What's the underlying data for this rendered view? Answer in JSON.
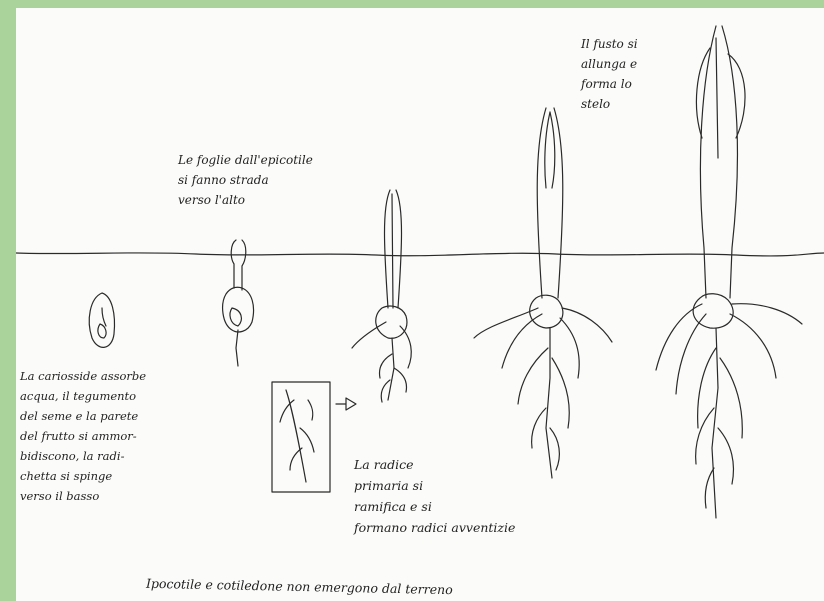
{
  "notes": {
    "stem": [
      "Il fusto si",
      "allunga e",
      "forma lo",
      "stelo"
    ],
    "leaves": [
      "Le foglie dall'epicotile",
      "si fanno strada",
      "verso l'alto"
    ],
    "seed": [
      "La cariosside assorbe",
      "acqua, il tegumento",
      "del seme e la parete",
      "del frutto si ammor-",
      "bidiscono, la radi-",
      "chetta si spinge",
      "verso il basso"
    ],
    "root": [
      "La radice",
      "primaria si",
      "ramifica e si",
      "formano radici avventizie"
    ],
    "caption": "Ipocotile e cotiledone non emergono dal terreno"
  },
  "colors": {
    "ink": "#2a2a2a",
    "paper": "#fbfbf9",
    "border": "#a9d39a"
  }
}
